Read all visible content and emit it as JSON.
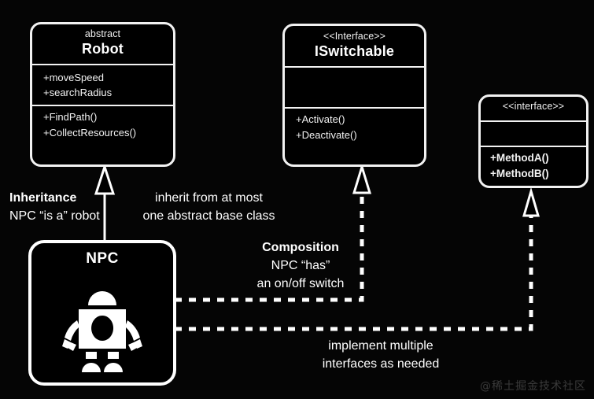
{
  "diagram": {
    "title": "UML class diagram: NPC inheritance and interface implementation",
    "background_color": "#050505",
    "stroke_color": "#ffffff",
    "text_color": "#ffffff"
  },
  "classes": [
    {
      "id": "robot",
      "stereotype": "abstract",
      "name": "Robot",
      "attributes": [
        "+moveSpeed",
        "+searchRadius"
      ],
      "operations": [
        "+FindPath()",
        "+CollectResources()"
      ]
    },
    {
      "id": "iswitchable",
      "stereotype": "<<Interface>>",
      "name": "ISwitchable",
      "attributes": [],
      "operations": [
        "+Activate()",
        "+Deactivate()"
      ]
    },
    {
      "id": "generic-interface",
      "stereotype": "<<interface>>",
      "name": "",
      "attributes": [],
      "operations": [
        "+MethodA()",
        "+MethodB()"
      ]
    }
  ],
  "npc": {
    "name": "NPC",
    "icon": "robot-icon"
  },
  "annotations": [
    {
      "id": "inheritance",
      "lines": [
        "Inheritance",
        "NPC “is a” robot"
      ],
      "bold_first": true,
      "align": "left"
    },
    {
      "id": "inherit-note",
      "lines": [
        "inherit from at most",
        "one abstract base class"
      ],
      "bold_first": false,
      "align": "center"
    },
    {
      "id": "composition",
      "lines": [
        "Composition",
        "NPC “has”",
        "an on/off switch"
      ],
      "bold_first": true,
      "align": "center"
    },
    {
      "id": "implement-note",
      "lines": [
        "implement multiple",
        "interfaces as needed"
      ],
      "bold_first": false,
      "align": "center"
    }
  ],
  "relations": [
    {
      "id": "npc-to-robot",
      "type": "generalization",
      "line": "solid",
      "arrow": "hollow-triangle",
      "from": "npc",
      "to": "robot"
    },
    {
      "id": "npc-to-iswitchable",
      "type": "realization",
      "line": "dashed",
      "arrow": "hollow-triangle",
      "from": "npc",
      "to": "iswitchable"
    },
    {
      "id": "npc-to-interface",
      "type": "realization",
      "line": "dashed",
      "arrow": "hollow-triangle",
      "from": "npc",
      "to": "generic-interface"
    }
  ],
  "watermark": {
    "text": "@稀土掘金技术社区"
  }
}
